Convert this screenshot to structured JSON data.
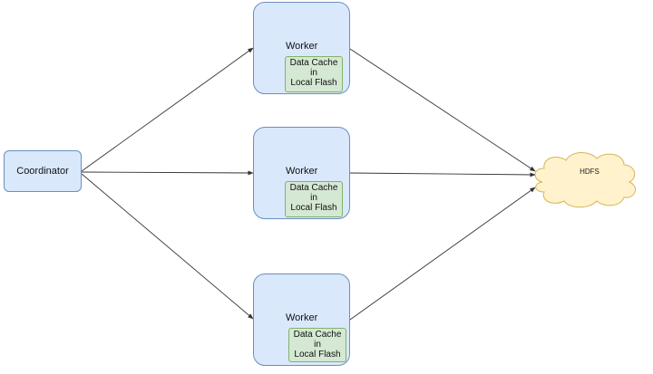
{
  "colors": {
    "node_fill": "#dae8fc",
    "node_stroke": "#6c8ebf",
    "cache_fill": "#d5e8d4",
    "cache_stroke": "#82b366",
    "cloud_fill": "#fff2cc",
    "cloud_stroke": "#d6b656",
    "edge": "#333333"
  },
  "coordinator": {
    "label": "Coordinator"
  },
  "workers": [
    {
      "label": "Worker",
      "cache": [
        "Data Cache",
        "in",
        "Local Flash"
      ]
    },
    {
      "label": "Worker",
      "cache": [
        "Data Cache",
        "in",
        "Local Flash"
      ]
    },
    {
      "label": "Worker",
      "cache": [
        "Data Cache",
        "in",
        "Local Flash"
      ]
    }
  ],
  "storage": {
    "label": "HDFS"
  }
}
